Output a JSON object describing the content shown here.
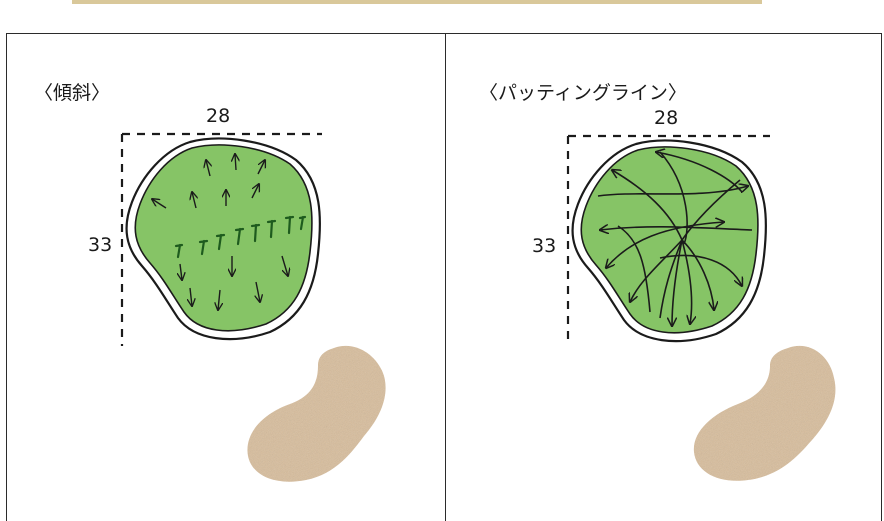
{
  "panels": {
    "slope": {
      "title": "〈傾斜〉",
      "width_label": "28",
      "height_label": "33"
    },
    "putting_line": {
      "title": "〈パッティングライン〉",
      "width_label": "28",
      "height_label": "33"
    }
  },
  "colors": {
    "green": "#86c466",
    "green_edge": "#1b1b1b",
    "bunker": "#d9bd9a",
    "arrow": "#1b1b1b",
    "grass_tuft": "#1e5b1e"
  }
}
